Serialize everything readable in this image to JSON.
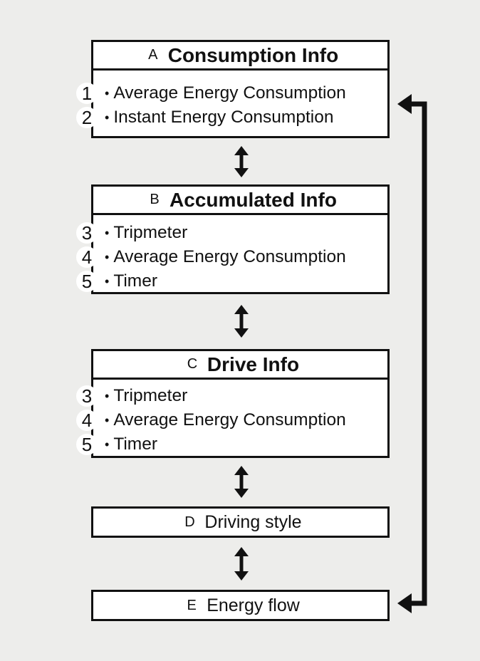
{
  "boxes": {
    "a": {
      "letter": "A",
      "title": "Consumption Info",
      "items": [
        {
          "num": "1",
          "text": "Average Energy Consumption"
        },
        {
          "num": "2",
          "text": "Instant  Energy Consumption"
        }
      ]
    },
    "b": {
      "letter": "B",
      "title": "Accumulated Info",
      "items": [
        {
          "num": "3",
          "text": "Tripmeter"
        },
        {
          "num": "4",
          "text": "Average Energy Consumption"
        },
        {
          "num": "5",
          "text": "Timer"
        }
      ]
    },
    "c": {
      "letter": "C",
      "title": "Drive Info",
      "items": [
        {
          "num": "3",
          "text": "Tripmeter"
        },
        {
          "num": "4",
          "text": "Average Energy Consumption"
        },
        {
          "num": "5",
          "text": "Timer"
        }
      ]
    },
    "d": {
      "letter": "D",
      "label": "Driving style"
    },
    "e": {
      "letter": "E",
      "label": "Energy flow"
    }
  },
  "bullet": "•",
  "colors": {
    "background": "#ededeb",
    "line": "#111111",
    "box": "#ffffff"
  }
}
